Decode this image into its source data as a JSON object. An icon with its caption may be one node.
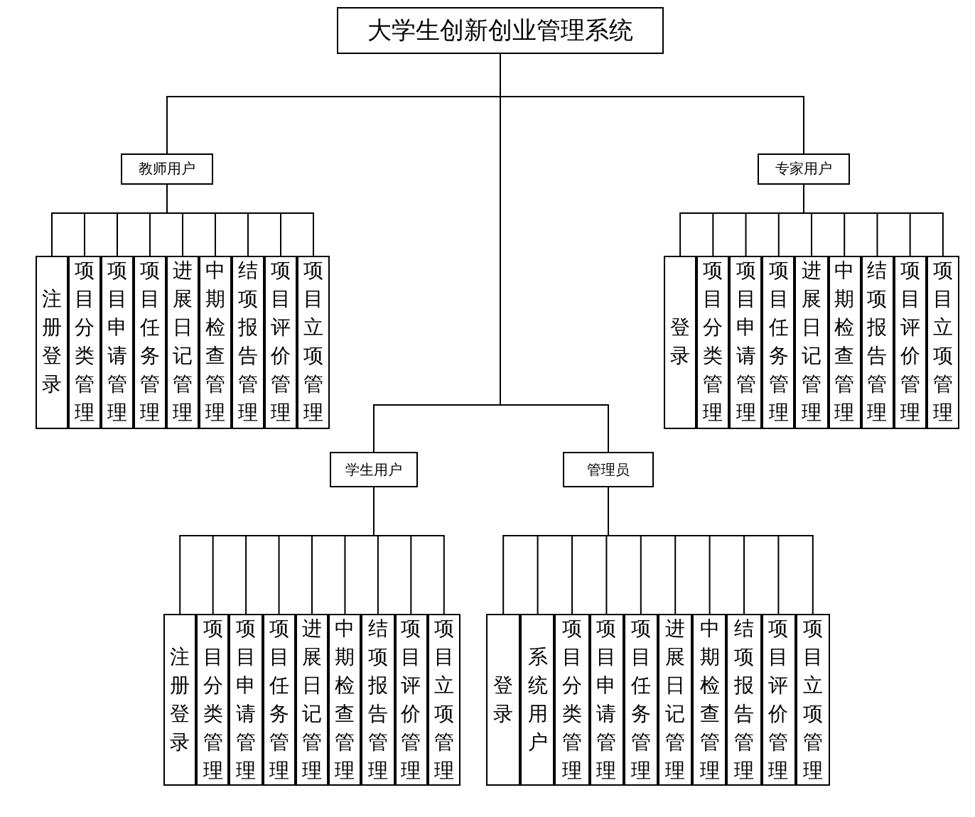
{
  "diagram": {
    "nodes": [
      {
        "text": [
          "大学生创新创业管理系统"
        ]
      },
      {
        "text": [
          "教师用户"
        ]
      },
      {
        "text": [
          "专家用户"
        ]
      },
      {
        "text": [
          "学生用户"
        ]
      },
      {
        "text": [
          "管理员"
        ]
      },
      {
        "text": [
          "注册登录"
        ]
      },
      {
        "text": [
          "项目分类管理"
        ]
      },
      {
        "text": [
          "项目申请管理"
        ]
      },
      {
        "text": [
          "项目任务管理"
        ]
      },
      {
        "text": [
          "进展日记管理"
        ]
      },
      {
        "text": [
          "中期检查管理"
        ]
      },
      {
        "text": [
          "结项报告管理"
        ]
      },
      {
        "text": [
          "项目评价管理"
        ]
      },
      {
        "text": [
          "项目立项管理"
        ]
      },
      {
        "text": [
          "登录"
        ]
      },
      {
        "text": [
          "项目分类管理"
        ]
      },
      {
        "text": [
          "项目申请管理"
        ]
      },
      {
        "text": [
          "项目任务管理"
        ]
      },
      {
        "text": [
          "进展日记管理"
        ]
      },
      {
        "text": [
          "中期检查管理"
        ]
      },
      {
        "text": [
          "结项报告管理"
        ]
      },
      {
        "text": [
          "项目评价管理"
        ]
      },
      {
        "text": [
          "项目立项管理"
        ]
      },
      {
        "text": [
          "注册登录"
        ]
      },
      {
        "text": [
          "项目分类管理"
        ]
      },
      {
        "text": [
          "项目申请管理"
        ]
      },
      {
        "text": [
          "项目任务管理"
        ]
      },
      {
        "text": [
          "进展日记管理"
        ]
      },
      {
        "text": [
          "中期检查管理"
        ]
      },
      {
        "text": [
          "结项报告管理"
        ]
      },
      {
        "text": [
          "项目评价管理"
        ]
      },
      {
        "text": [
          "项目立项管理"
        ]
      },
      {
        "text": [
          "登录"
        ]
      },
      {
        "text": [
          "系统用户"
        ]
      },
      {
        "text": [
          "项目分类管理"
        ]
      },
      {
        "text": [
          "项目申请管理"
        ]
      },
      {
        "text": [
          "项目任务管理"
        ]
      },
      {
        "text": [
          "进展日记管理"
        ]
      },
      {
        "text": [
          "中期检查管理"
        ]
      },
      {
        "text": [
          "结项报告管理"
        ]
      },
      {
        "text": [
          "项目评价管理"
        ]
      },
      {
        "text": [
          "项目立项管理"
        ]
      }
    ],
    "edges": [
      {
        "from": 0,
        "to": 1,
        "arrow": "none"
      },
      {
        "from": 0,
        "to": 2,
        "arrow": "none"
      },
      {
        "from": 0,
        "to": 3,
        "arrow": "none"
      },
      {
        "from": 0,
        "to": 4,
        "arrow": "none"
      },
      {
        "from": 1,
        "to": 5,
        "arrow": "none"
      },
      {
        "from": 1,
        "to": 6,
        "arrow": "none"
      },
      {
        "from": 1,
        "to": 7,
        "arrow": "none"
      },
      {
        "from": 1,
        "to": 8,
        "arrow": "none"
      },
      {
        "from": 1,
        "to": 9,
        "arrow": "none"
      },
      {
        "from": 1,
        "to": 10,
        "arrow": "none"
      },
      {
        "from": 1,
        "to": 11,
        "arrow": "none"
      },
      {
        "from": 1,
        "to": 12,
        "arrow": "none"
      },
      {
        "from": 1,
        "to": 13,
        "arrow": "none"
      },
      {
        "from": 2,
        "to": 14,
        "arrow": "none"
      },
      {
        "from": 2,
        "to": 15,
        "arrow": "none"
      },
      {
        "from": 2,
        "to": 16,
        "arrow": "none"
      },
      {
        "from": 2,
        "to": 17,
        "arrow": "none"
      },
      {
        "from": 2,
        "to": 18,
        "arrow": "none"
      },
      {
        "from": 2,
        "to": 19,
        "arrow": "none"
      },
      {
        "from": 2,
        "to": 20,
        "arrow": "none"
      },
      {
        "from": 2,
        "to": 21,
        "arrow": "none"
      },
      {
        "from": 2,
        "to": 22,
        "arrow": "none"
      },
      {
        "from": 3,
        "to": 23,
        "arrow": "none"
      },
      {
        "from": 3,
        "to": 24,
        "arrow": "none"
      },
      {
        "from": 3,
        "to": 25,
        "arrow": "none"
      },
      {
        "from": 3,
        "to": 26,
        "arrow": "none"
      },
      {
        "from": 3,
        "to": 27,
        "arrow": "none"
      },
      {
        "from": 3,
        "to": 28,
        "arrow": "none"
      },
      {
        "from": 3,
        "to": 29,
        "arrow": "none"
      },
      {
        "from": 3,
        "to": 30,
        "arrow": "none"
      },
      {
        "from": 3,
        "to": 31,
        "arrow": "none"
      },
      {
        "from": 4,
        "to": 32,
        "arrow": "none"
      },
      {
        "from": 4,
        "to": 33,
        "arrow": "none"
      },
      {
        "from": 4,
        "to": 34,
        "arrow": "none"
      },
      {
        "from": 4,
        "to": 35,
        "arrow": "none"
      },
      {
        "from": 4,
        "to": 36,
        "arrow": "none"
      },
      {
        "from": 4,
        "to": 37,
        "arrow": "none"
      },
      {
        "from": 4,
        "to": 38,
        "arrow": "none"
      },
      {
        "from": 4,
        "to": 39,
        "arrow": "none"
      },
      {
        "from": 4,
        "to": 40,
        "arrow": "none"
      },
      {
        "from": 4,
        "to": 41,
        "arrow": "none"
      }
    ]
  }
}
